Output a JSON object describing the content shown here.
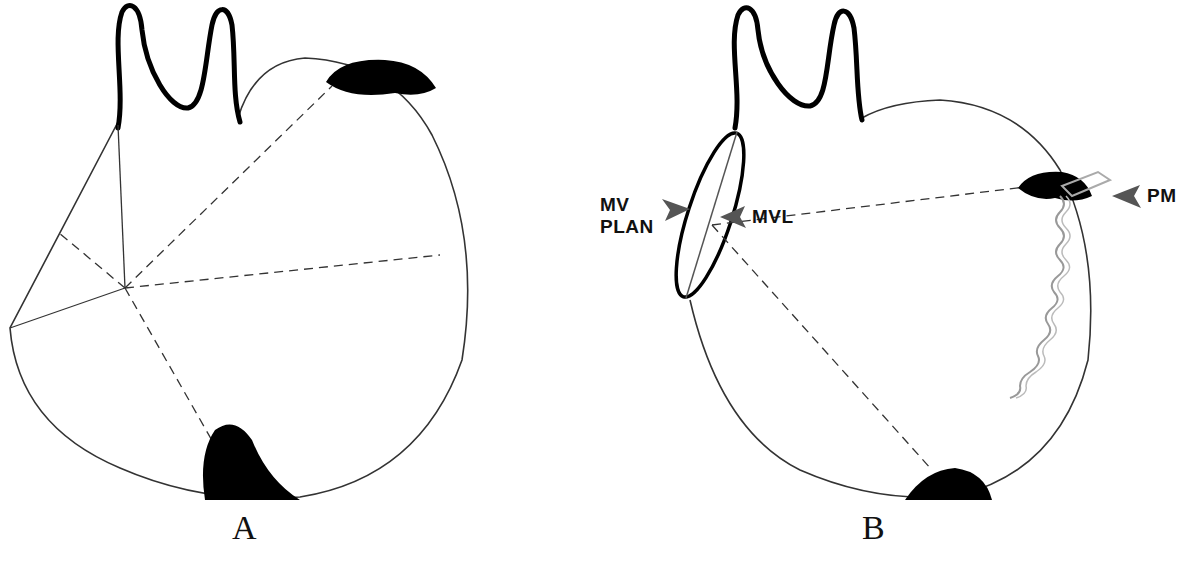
{
  "diagram": {
    "labels": [
      "A",
      "B",
      "MV PLAN",
      "MVL",
      "PM"
    ]
  }
}
